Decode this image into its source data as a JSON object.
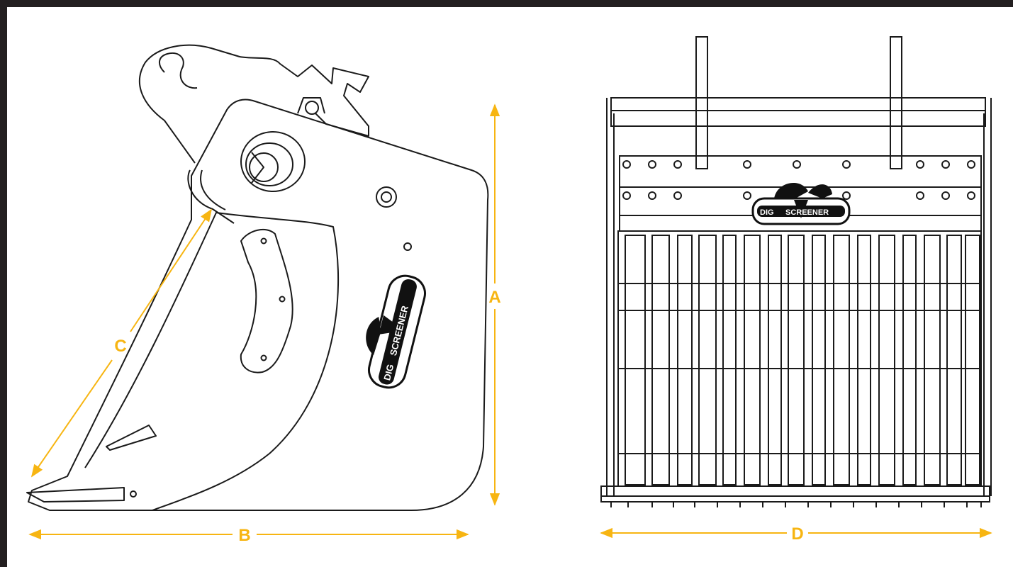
{
  "dimensions": {
    "a": "A",
    "b": "B",
    "c": "C",
    "d": "D"
  },
  "logo": {
    "word1": "DIG",
    "word2": "SCREENER"
  },
  "colors": {
    "dimension": "#f7b512",
    "line": "#1a1a1a",
    "frame": "#231f20",
    "background": "#ffffff"
  }
}
